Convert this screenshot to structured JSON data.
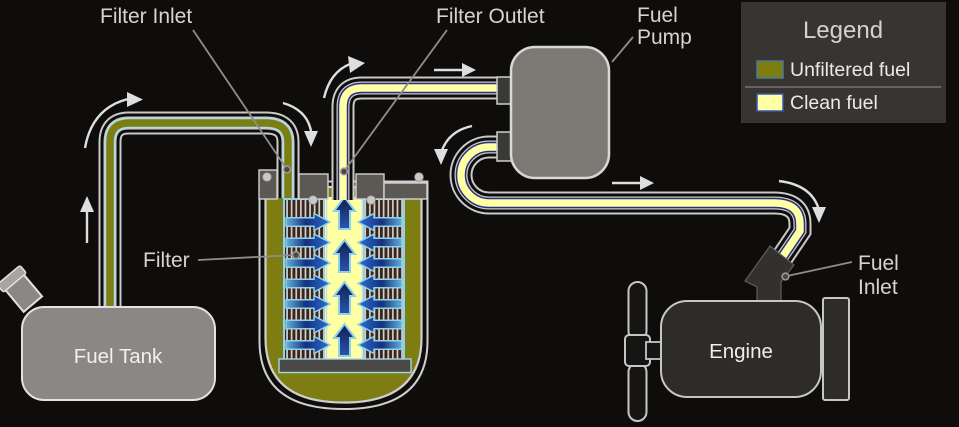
{
  "labels": {
    "filter_inlet": "Filter Inlet",
    "filter_outlet": "Filter Outlet",
    "fuel_pump": {
      "line1": "Fuel",
      "line2": "Pump"
    },
    "filter": "Filter",
    "fuel_tank": "Fuel Tank",
    "engine": "Engine",
    "fuel_inlet": {
      "line1": "Fuel",
      "line2": "Inlet"
    }
  },
  "legend": {
    "title": "Legend",
    "items": [
      {
        "label": "Unfiltered fuel",
        "color": "#7d7d11"
      },
      {
        "label": "Clean fuel",
        "color": "#ffffa3"
      }
    ]
  },
  "colors": {
    "background": "#0e0d0b",
    "unfiltered_fuel": "#7d7d11",
    "clean_fuel": "#ffffa3",
    "pipe_casing": "#c9c9c9",
    "clean_pipe_lining": "#2a2e7e",
    "unfiltered_pipe_lining": "#a9dcec",
    "tank_gray": "#8b8784",
    "pump_gray": "#7c7874",
    "engine_dark": "#2e2c29",
    "filter_lid_gray": "#5c5955",
    "filter_media_brown": "#3e2316",
    "filter_arrow_blue": "#1c3f9e",
    "filter_arrow_cyan": "#8ed2ea",
    "legend_background": "#383432",
    "label_text": "#d6d4d2",
    "flow_arrow": "#dedede"
  }
}
